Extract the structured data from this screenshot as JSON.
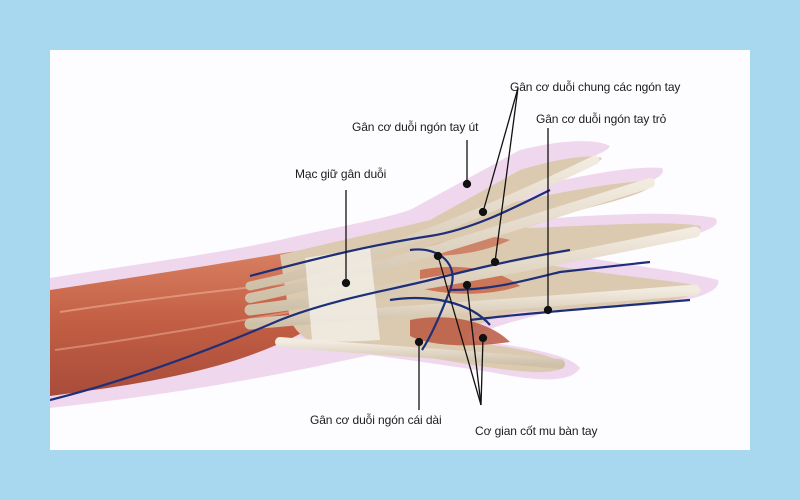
{
  "frame": {
    "background": "#a8d8ef",
    "panel_background": "#fdfcfe"
  },
  "diagram": {
    "subject": "Dorsal view of the hand and forearm - extensor tendons",
    "labels": [
      {
        "id": "extensor-digitorum",
        "text": "Gân cơ duỗi chung các ngón tay"
      },
      {
        "id": "extensor-indicis",
        "text": "Gân cơ duỗi ngón tay trỏ"
      },
      {
        "id": "extensor-digiti-minimi",
        "text": "Gân cơ duỗi ngón tay út"
      },
      {
        "id": "extensor-retinaculum",
        "text": "Mạc giữ gân duỗi"
      },
      {
        "id": "extensor-pollicis-longus",
        "text": "Gân cơ duỗi ngón cái dài"
      },
      {
        "id": "dorsal-interossei",
        "text": "Cơ gian cốt mu bàn tay"
      }
    ],
    "colors": {
      "muscle": "#c8664a",
      "tendon": "#e8dccb",
      "vein": "#1e2f7a",
      "skin_outline": "#d9a9d6",
      "leader": "#111111"
    }
  }
}
